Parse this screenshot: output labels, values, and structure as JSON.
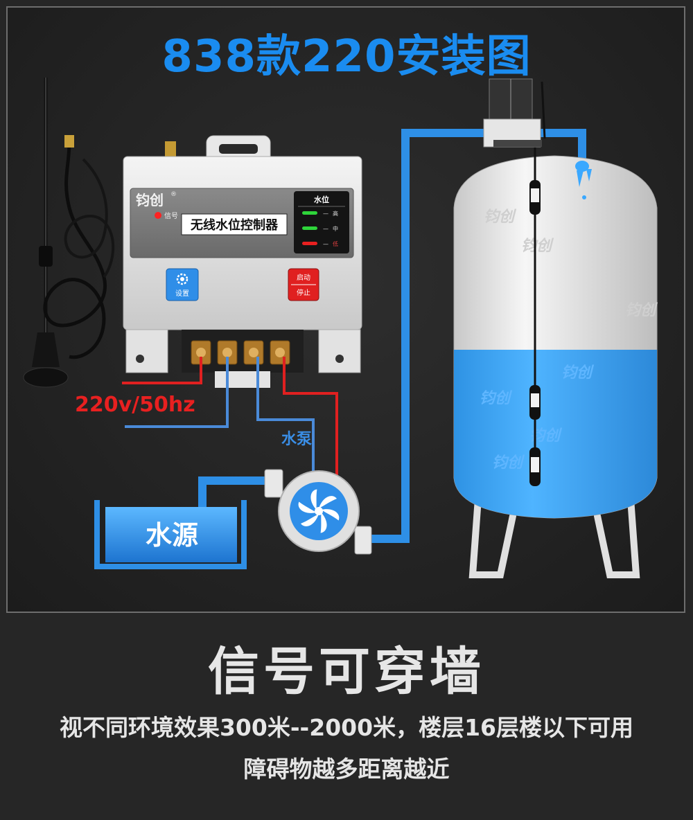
{
  "title": "838款220安装图",
  "controller": {
    "brand": "钧创",
    "signal_label": "信号",
    "name": "无线水位控制器",
    "level_panel_title": "水位",
    "levels": [
      "高",
      "中",
      "低"
    ],
    "setting_button": "设置",
    "start_button": "启动",
    "stop_button": "停止"
  },
  "wiring": {
    "power_label": "220v/50hz",
    "pump_label": "水泵"
  },
  "source_label": "水源",
  "watermark": "钧创",
  "colors": {
    "title_blue": "#1a8cf0",
    "pipe_blue": "#2e8fe6",
    "wire_red": "#e02020",
    "wire_blue": "#4a8ad8",
    "water": "#2a9cf2"
  },
  "headline": "信号可穿墙",
  "description_line1": "视不同环境效果300米--2000米，楼层16层楼以下可用",
  "description_line2": "障碍物越多距离越近"
}
